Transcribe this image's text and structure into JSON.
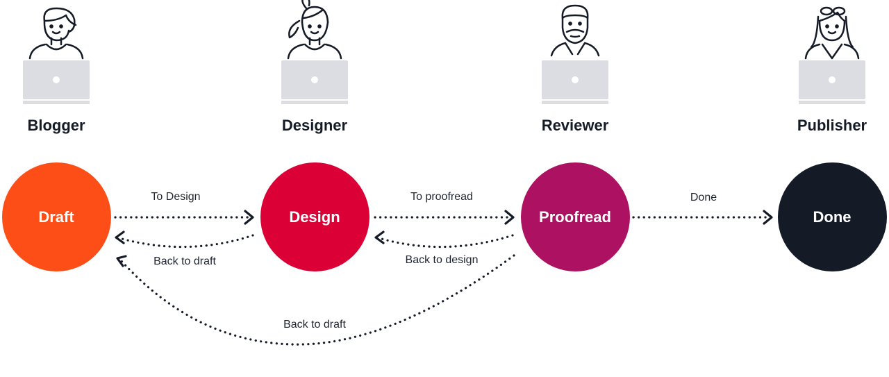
{
  "roles": [
    {
      "name": "Blogger"
    },
    {
      "name": "Designer"
    },
    {
      "name": "Reviewer"
    },
    {
      "name": "Publisher"
    }
  ],
  "stages": [
    {
      "name": "Draft",
      "color": "#fe4e17"
    },
    {
      "name": "Design",
      "color": "#db0035"
    },
    {
      "name": "Proofread",
      "color": "#ac1261"
    },
    {
      "name": "Done",
      "color": "#141b27"
    }
  ],
  "transitions": [
    {
      "label": "To Design",
      "from": "Draft",
      "to": "Design"
    },
    {
      "label": "To proofread",
      "from": "Design",
      "to": "Proofread"
    },
    {
      "label": "Done",
      "from": "Proofread",
      "to": "Done"
    },
    {
      "label": "Back to draft",
      "from": "Design",
      "to": "Draft"
    },
    {
      "label": "Back to design",
      "from": "Proofread",
      "to": "Design"
    },
    {
      "label": "Back to draft",
      "from": "Proofread",
      "to": "Draft"
    }
  ],
  "icons": {
    "person": "person-icon",
    "laptop": "laptop-icon",
    "arrow": "dotted-arrow-icon"
  },
  "colors": {
    "ink": "#141b27",
    "laptop": "#dcdde2"
  }
}
